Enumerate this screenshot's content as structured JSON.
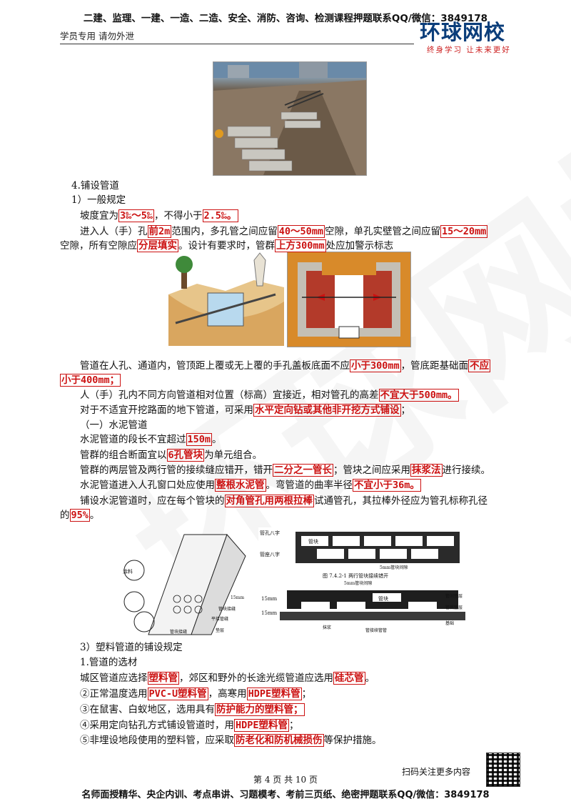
{
  "header": {
    "top_text": "二建、监理、一建、一造、二造、安全、消防、咨询、检测课程押题联系QQ/微信：3849178",
    "sub_text": "学员专用 请勿外泄",
    "logo_text": "环球网校",
    "logo_slogan": "终身学习 让未来更好"
  },
  "watermark": "环球网校",
  "lines": [
    {
      "indent": 16,
      "segments": [
        {
          "t": "4.铺设管道"
        }
      ]
    },
    {
      "indent": 16,
      "segments": [
        {
          "t": "1）一般规定"
        }
      ]
    },
    {
      "indent": 28,
      "segments": [
        {
          "t": "坡度宜为"
        },
        {
          "t": "3‰～5‰",
          "hl": true
        },
        {
          "t": "，不得小于"
        },
        {
          "t": "2.5‰。",
          "hl": true
        }
      ]
    },
    {
      "indent": 28,
      "segments": [
        {
          "t": "进入人（手）孔"
        },
        {
          "t": "前2m",
          "hl": true
        },
        {
          "t": "范围内，多孔管之间应留"
        },
        {
          "t": "40～50mm",
          "hl": true
        },
        {
          "t": "空隙，单孔实壁管之间应留"
        },
        {
          "t": "15～20mm",
          "hl": true
        }
      ]
    },
    {
      "indent": 0,
      "segments": [
        {
          "t": "空隙，所有空隙应"
        },
        {
          "t": "分层填实",
          "hl": true
        },
        {
          "t": "。设计有要求时，管群"
        },
        {
          "t": "上方300mm",
          "hl": true
        },
        {
          "t": "处应加警示标志"
        }
      ]
    },
    {
      "indent": 28,
      "segments": [
        {
          "t": "管道在人孔、通道内，管顶距上覆或无上覆的手孔盖板底面不应"
        },
        {
          "t": "小于300mm",
          "hl": true
        },
        {
          "t": "，管底距基础面"
        },
        {
          "t": "不应",
          "hl": true
        }
      ]
    },
    {
      "indent": 0,
      "segments": [
        {
          "t": "小于400mm；",
          "hl": true
        }
      ]
    },
    {
      "indent": 28,
      "segments": [
        {
          "t": "人（手）孔内不同方向管道相对位置（标高）宜接近，相对管孔的高差"
        },
        {
          "t": "不宜大于500mm。",
          "hl": true
        }
      ]
    },
    {
      "indent": 28,
      "segments": [
        {
          "t": "对于不适宜开挖路面的地下管道，可采用"
        },
        {
          "t": "水平定向钻或其他非开挖方式铺设",
          "hl": true
        },
        {
          "t": "；"
        }
      ]
    },
    {
      "indent": 28,
      "segments": [
        {
          "t": "（一）水泥管道"
        }
      ]
    },
    {
      "indent": 28,
      "segments": [
        {
          "t": "水泥管道的段长不宜超过"
        },
        {
          "t": "150m",
          "hl": true
        },
        {
          "t": "。"
        }
      ]
    },
    {
      "indent": 28,
      "segments": [
        {
          "t": "管群的组合断面宜以"
        },
        {
          "t": "6孔管块",
          "hl": true
        },
        {
          "t": "为单元组合。"
        }
      ]
    },
    {
      "indent": 28,
      "segments": [
        {
          "t": "管群的两层管及两行管的接续缝应错开，错开"
        },
        {
          "t": "二分之一管长",
          "hl": true
        },
        {
          "t": "；管块之间应采用"
        },
        {
          "t": "抹浆法",
          "hl": true
        },
        {
          "t": "进行接续。"
        }
      ]
    },
    {
      "indent": 28,
      "segments": [
        {
          "t": "水泥管道进入人孔窗口处应使用"
        },
        {
          "t": "整根水泥管",
          "hl": true
        },
        {
          "t": "。弯管道的曲率半径"
        },
        {
          "t": "不宜小于36m。",
          "hl": true
        }
      ]
    },
    {
      "indent": 28,
      "segments": [
        {
          "t": "铺设水泥管道时，应在每个管块的"
        },
        {
          "t": "对角管孔用两根拉棒",
          "hl": true
        },
        {
          "t": "试通管孔，其拉棒外径应为管孔标称孔径"
        }
      ]
    },
    {
      "indent": 0,
      "segments": [
        {
          "t": "的"
        },
        {
          "t": "95%",
          "hl": true
        },
        {
          "t": "。"
        }
      ]
    },
    {
      "indent": 28,
      "segments": [
        {
          "t": "3）塑料管道的铺设规定"
        }
      ]
    },
    {
      "indent": 28,
      "segments": [
        {
          "t": "1.管道的选材"
        }
      ]
    },
    {
      "indent": 28,
      "segments": [
        {
          "t": "城区管道应选择"
        },
        {
          "t": "塑料管",
          "hl": true
        },
        {
          "t": "，郊区和野外的长途光缆管道应选用"
        },
        {
          "t": "硅芯管",
          "hl": true
        },
        {
          "t": "。"
        }
      ]
    },
    {
      "indent": 28,
      "segments": [
        {
          "t": "②正常温度选用"
        },
        {
          "t": "PVC-U塑料管",
          "hl": true
        },
        {
          "t": "，高寒用"
        },
        {
          "t": "HDPE塑料管",
          "hl": true
        },
        {
          "t": "；"
        }
      ]
    },
    {
      "indent": 28,
      "segments": [
        {
          "t": "③在鼠害、白蚁地区，选用具有"
        },
        {
          "t": "防护能力的塑料管；",
          "hl": true
        }
      ]
    },
    {
      "indent": 28,
      "segments": [
        {
          "t": "④采用定向钻孔方式铺设管道时，用"
        },
        {
          "t": "HDPE塑料管",
          "hl": true
        },
        {
          "t": "；"
        }
      ]
    },
    {
      "indent": 28,
      "segments": [
        {
          "t": "⑤非埋设地段使用的塑料管，应采取"
        },
        {
          "t": "防老化和防机械损伤",
          "hl": true
        },
        {
          "t": "等保护措施。"
        }
      ]
    }
  ],
  "figures": {
    "manhole_labels": {
      "hole_top": "管孔八字",
      "pipe_block": "管块",
      "hole_bottom": "管座八字",
      "gap_label": "5mm管块间隙"
    },
    "cross_section": {
      "caption": "图 7.4.2-1  两行管块接续错开",
      "gap_label": "5mm管块间隙",
      "left_labels": [
        "15mm",
        "15mm"
      ],
      "right_labels": [
        "管间垫层",
        "管底垫层",
        "基础"
      ],
      "block_label": "管块",
      "bottom_labels": [
        "抹浆",
        "管接续管管"
      ]
    },
    "iso_labels": {
      "left": "涂料",
      "bottom": "管块接缝",
      "right_bottom": "管块接缝",
      "right": "15mm",
      "mid": "平接管缝",
      "foot": "垫层"
    }
  },
  "footer": {
    "qr_text": "扫码关注更多内容",
    "page_number": "第 4 页 共 10 页",
    "bottom_text": "名师面授精华、央企内训、考点串讲、习题模考、考前三页纸、绝密押题联系QQ/微信：3849178"
  }
}
